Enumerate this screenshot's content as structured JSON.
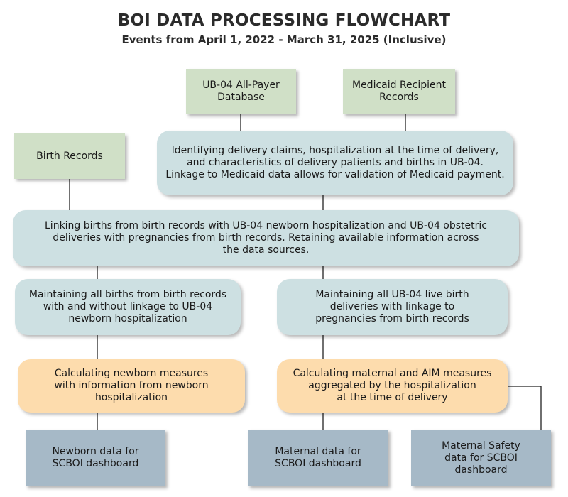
{
  "header": {
    "title": "BOI DATA PROCESSING FLOWCHART",
    "subtitle": "Events from April 1, 2022 - March 31, 2025 (Inclusive)"
  },
  "colors": {
    "source": "#d0e0c7",
    "process": "#cde0e2",
    "calculation": "#fddcad",
    "output": "#a6b9c7",
    "connector": "#222222"
  },
  "nodes": {
    "ub04_db": "UB-04 All-Payer\nDatabase",
    "medicaid_records": "Medicaid Recipient\nRecords",
    "birth_records": "Birth Records",
    "identify_claims": "Identifying delivery claims, hospitalization at the time of delivery,\nand characteristics of delivery patients and births in UB-04.\nLinkage to Medicaid data allows for validation of Medicaid payment.",
    "linking_births": "Linking births from birth records with UB-04 newborn hospitalization and UB-04 obstetric\ndeliveries with pregnancies from birth records. Retaining available information across\nthe data sources.",
    "maintain_births": "Maintaining all births from birth records\nwith and without linkage to UB-04\nnewborn hospitalization",
    "maintain_deliveries": "Maintaining all UB-04 live birth\ndeliveries with linkage to\npregnancies from birth records",
    "calc_newborn": "Calculating newborn measures\nwith information from newborn\nhospitalization",
    "calc_maternal": "Calculating maternal and AIM measures\naggregated by the hospitalization\nat the time of delivery",
    "newborn_data": "Newborn data for\nSCBOI dashboard",
    "maternal_data": "Maternal data for\nSCBOI dashboard",
    "maternal_safety": "Maternal Safety\ndata for SCBOI\ndashboard"
  }
}
